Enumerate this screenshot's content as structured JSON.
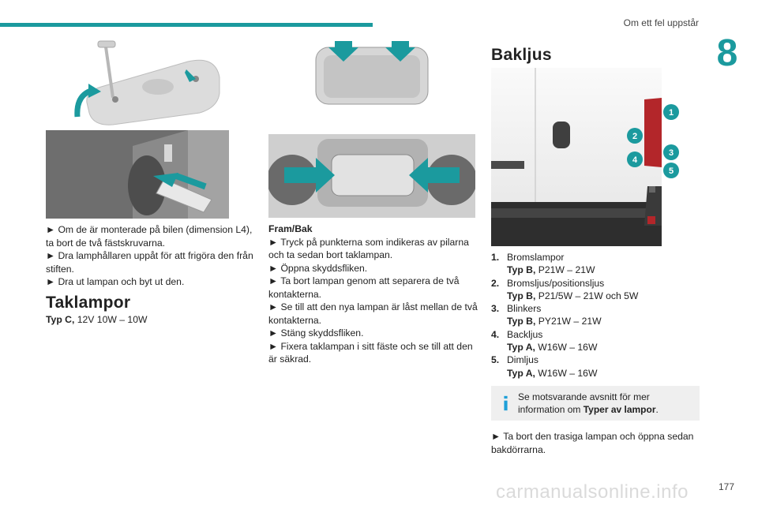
{
  "header": {
    "chapter_title": "Om ett fel uppstår",
    "chapter_number": "8"
  },
  "col1": {
    "instructions": [
      "► Om de är monterade på bilen (dimension L4), ta bort de två fästskruvarna.",
      "► Dra lamphållaren uppåt för att frigöra den från stiften.",
      "► Dra ut lampan och byt ut den."
    ],
    "section_title": "Taklampor",
    "spec_type": "Typ C,",
    "spec_value": " 12V 10W – 10W"
  },
  "col2": {
    "subheading": "Fram/Bak",
    "instructions": [
      "► Tryck på punkterna som indikeras av pilarna och ta sedan bort taklampan.",
      "► Öppna skyddsfliken.",
      "► Ta bort lampan genom att separera de två kontakterna.",
      "► Se till att den nya lampan är låst mellan de två kontakterna.",
      "► Stäng skyddsfliken.",
      "► Fixera taklampan i sitt fäste och se till att den är säkrad."
    ]
  },
  "col3": {
    "section_title": "Bakljus",
    "callouts": [
      "1",
      "2",
      "3",
      "4",
      "5"
    ],
    "lamps": [
      {
        "num": "1.",
        "name": "Bromslampor",
        "type": "Typ B,",
        "spec": " P21W – 21W"
      },
      {
        "num": "2.",
        "name": "Bromsljus/positionsljus",
        "type": "Typ B,",
        "spec": " P21/5W – 21W och 5W"
      },
      {
        "num": "3.",
        "name": "Blinkers",
        "type": "Typ B,",
        "spec": " PY21W – 21W"
      },
      {
        "num": "4.",
        "name": "Backljus",
        "type": "Typ A,",
        "spec": " W16W – 16W"
      },
      {
        "num": "5.",
        "name": "Dimljus",
        "type": "Typ A,",
        "spec": " W16W – 16W"
      }
    ],
    "note_text": "Se motsvarande avsnitt för mer information om ",
    "note_bold": "Typer av lampor",
    "note_end": ".",
    "final_instruction": "► Ta bort den trasiga lampan och öppna sedan bakdörrarna."
  },
  "footer": {
    "page_number": "177",
    "watermark": "carmanualsonline.info"
  },
  "colors": {
    "accent": "#1b9a9e",
    "info_icon": "#1e9fd8",
    "callout": "#1b9a9e"
  }
}
